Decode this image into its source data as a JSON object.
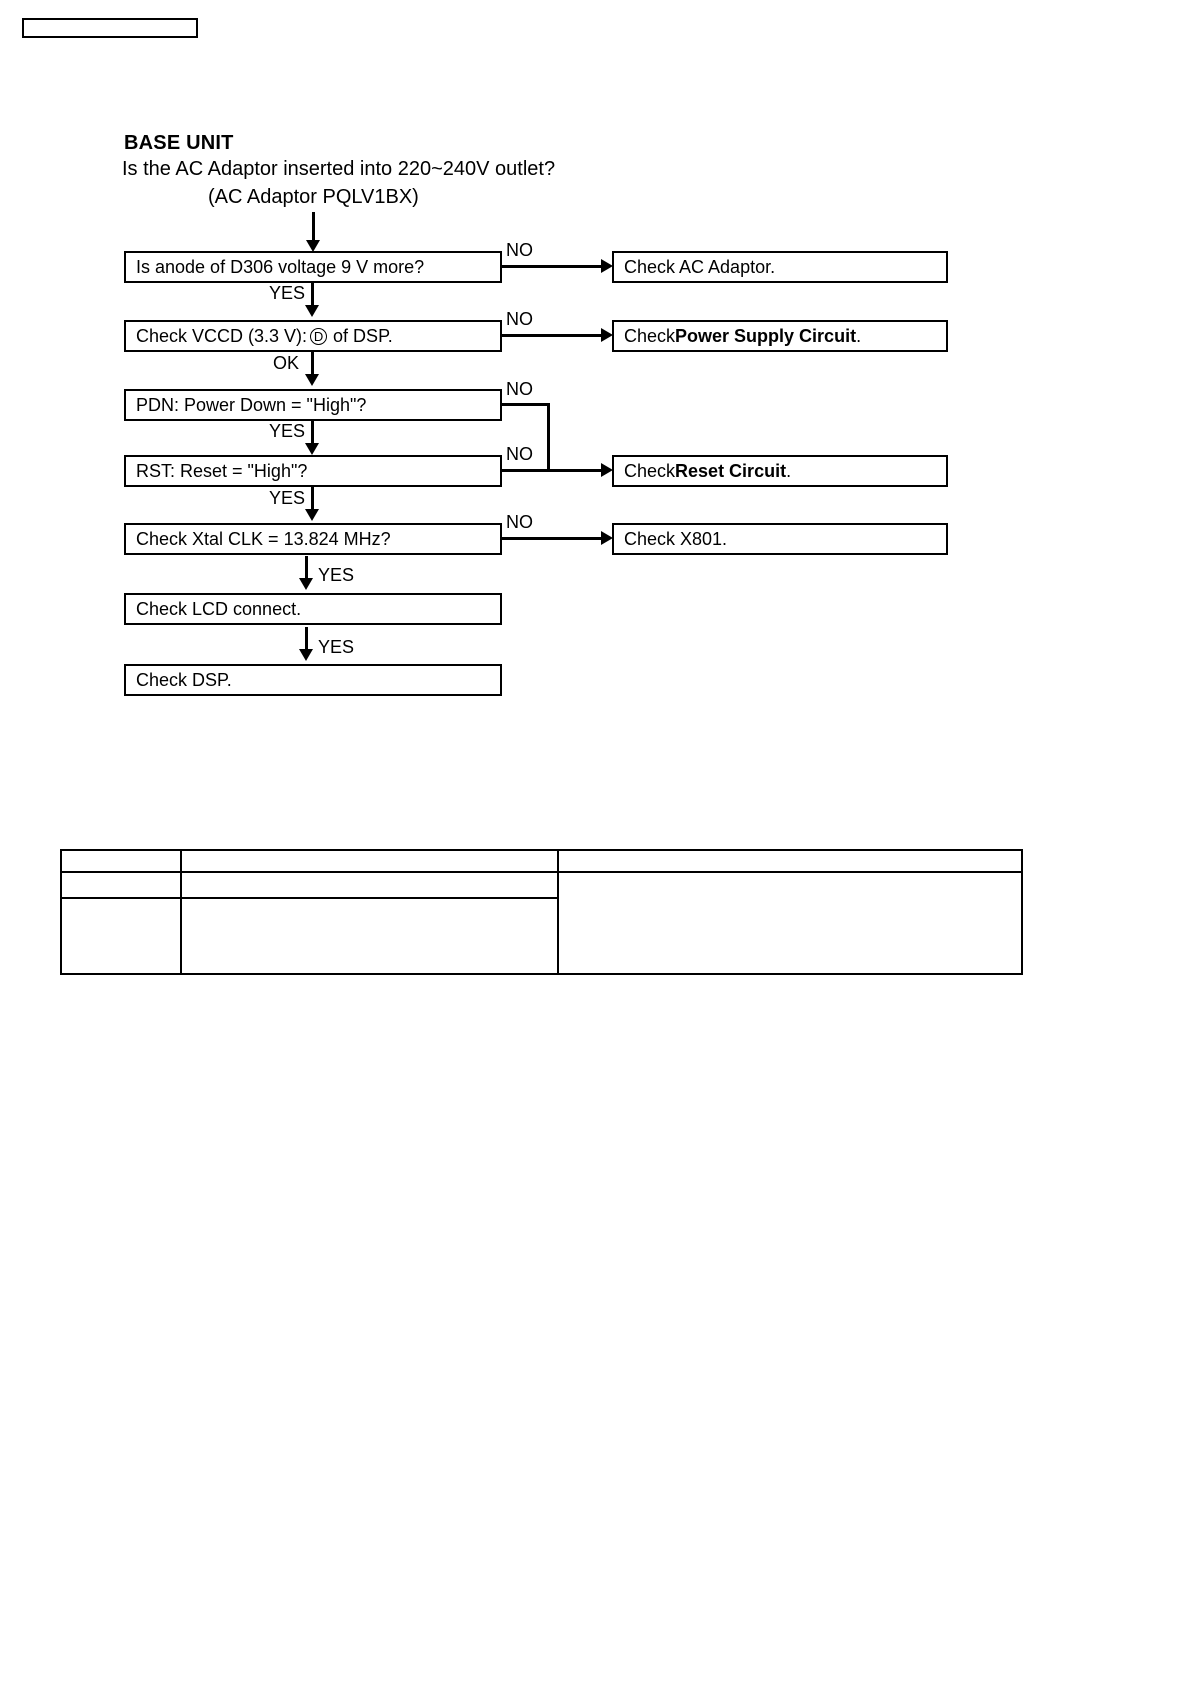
{
  "page": {
    "header_box": {
      "label": ""
    }
  },
  "flowchart": {
    "title": "BASE UNIT",
    "question": "Is the AC Adaptor inserted into 220~240V outlet?",
    "subtitle": "(AC Adaptor PQLV1BX)",
    "steps": [
      {
        "id": "d306",
        "text": "Is anode of D306 voltage 9 V more?"
      },
      {
        "id": "vccd_pre",
        "text": "Check VCCD (3.3 V):"
      },
      {
        "id": "vccd_mark",
        "text": "D"
      },
      {
        "id": "vccd_post",
        "text": "of DSP."
      },
      {
        "id": "pdn",
        "text": "PDN: Power Down = \"High\"?"
      },
      {
        "id": "rst",
        "text": "RST: Reset = \"High\"?"
      },
      {
        "id": "xtal",
        "text": "Check Xtal CLK = 13.824 MHz?"
      },
      {
        "id": "lcd",
        "text": "Check LCD connect."
      },
      {
        "id": "dsp",
        "text": "Check DSP."
      }
    ],
    "outcomes": [
      {
        "id": "ac_adaptor",
        "text": "Check AC Adaptor."
      },
      {
        "id": "power_supply",
        "prefix": "Check ",
        "emphasis": "Power Supply Circuit",
        "suffix": "."
      },
      {
        "id": "reset_circuit",
        "prefix": "Check ",
        "emphasis": "Reset Circuit",
        "suffix": "."
      },
      {
        "id": "x801",
        "text": "Check X801."
      }
    ],
    "edge_labels": {
      "no_1": "NO",
      "no_2": "NO",
      "no_3": "NO",
      "no_4": "NO",
      "no_5": "NO",
      "yes_1": "YES",
      "ok_1": "OK",
      "yes_2": "YES",
      "yes_3": "YES",
      "yes_4": "YES",
      "yes_5": "YES",
      "yes_6": "YES"
    }
  },
  "bottom_table": {
    "columns": [
      "",
      "",
      ""
    ],
    "rows": [
      [
        "",
        "",
        ""
      ],
      [
        "",
        "",
        ""
      ],
      [
        "",
        ""
      ]
    ]
  }
}
